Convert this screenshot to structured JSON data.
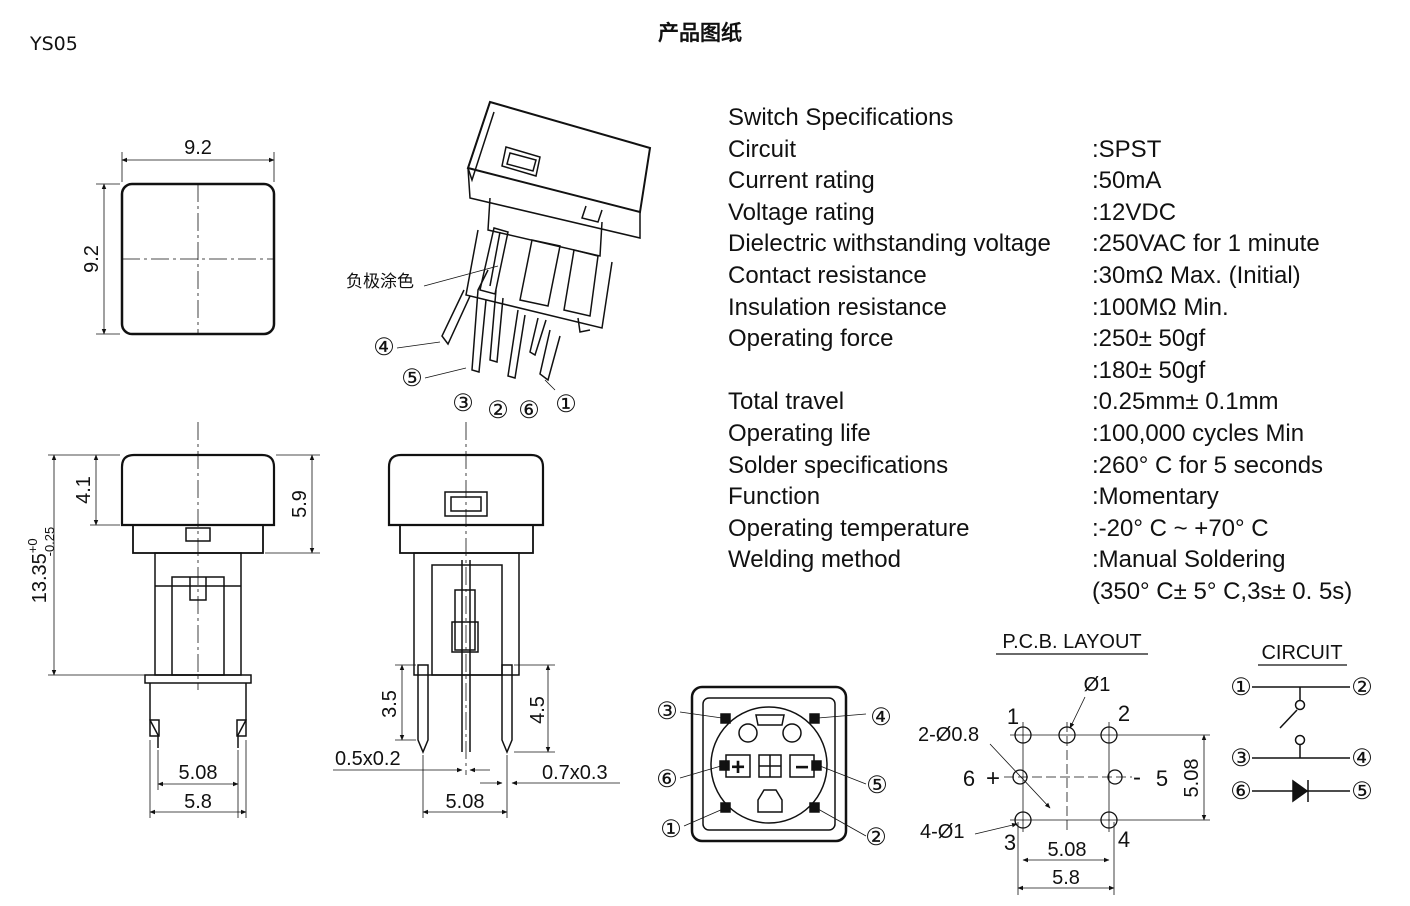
{
  "header": {
    "model": "YS05",
    "title": "产品图纸"
  },
  "specs": {
    "heading": "Switch Specifications",
    "rows": [
      {
        "label": "Circuit",
        "value": ":SPST"
      },
      {
        "label": "Current rating",
        "value": ":50mA"
      },
      {
        "label": "Voltage rating",
        "value": ":12VDC"
      },
      {
        "label": "Dielectric withstanding voltage",
        "value": ":250VAC for 1 minute"
      },
      {
        "label": "Contact resistance",
        "value": ":30mΩ   Max. (Initial)"
      },
      {
        "label": "Insulation resistance",
        "value": ":100MΩ   Min."
      },
      {
        "label": "Operating force",
        "value": ":250± 50gf"
      },
      {
        "label": "",
        "value": ":180± 50gf"
      },
      {
        "label": "Total travel",
        "value": ":0.25mm± 0.1mm"
      },
      {
        "label": "Operating life",
        "value": ":100,000 cycles Min"
      },
      {
        "label": "Solder specifications",
        "value": ":260° C for 5 seconds"
      },
      {
        "label": "Function",
        "value": ":Momentary"
      },
      {
        "label": "Operating temperature",
        "value": ":-20° C ~ +70° C"
      },
      {
        "label": "Welding method",
        "value": ":Manual Soldering"
      },
      {
        "label": "",
        "value": "(350° C± 5° C,3s± 0. 5s)"
      }
    ]
  },
  "drawing": {
    "top_view": {
      "width": "9.2",
      "height": "9.2"
    },
    "front_view": {
      "height_total": "13.35",
      "tol_plus": "+0",
      "tol_minus": "-0.25",
      "cap_height": "4.1",
      "upper_height": "5.9",
      "pitch": "5.08",
      "width": "5.8"
    },
    "side_view": {
      "pin_length": "3.5",
      "pin_length_right": "4.5",
      "pin_section_left": "0.5x0.2",
      "pin_section_right": "0.7x0.3",
      "pitch": "5.08"
    },
    "iso_view": {
      "note": "负极涂色",
      "pins": [
        "①",
        "②",
        "③",
        "④",
        "⑤",
        "⑥"
      ]
    },
    "bottom_view": {
      "pins": [
        "①",
        "②",
        "③",
        "④",
        "⑤",
        "⑥"
      ],
      "plus": "+",
      "minus": "−"
    },
    "pcb_layout": {
      "title": "P.C.B. LAYOUT",
      "hole_big": "Ø1",
      "hole_small": "2-Ø0.8",
      "hole_four": "4-Ø1",
      "pins": [
        "1",
        "2",
        "3",
        "4",
        "5",
        "6"
      ],
      "plus": "+",
      "minus": "-",
      "pitch_x": "5.08",
      "pitch_y": "5.08",
      "width": "5.8"
    },
    "circuit": {
      "title": "CIRCUIT",
      "pins": [
        "①",
        "②",
        "③",
        "④",
        "⑥",
        "⑤"
      ]
    }
  }
}
